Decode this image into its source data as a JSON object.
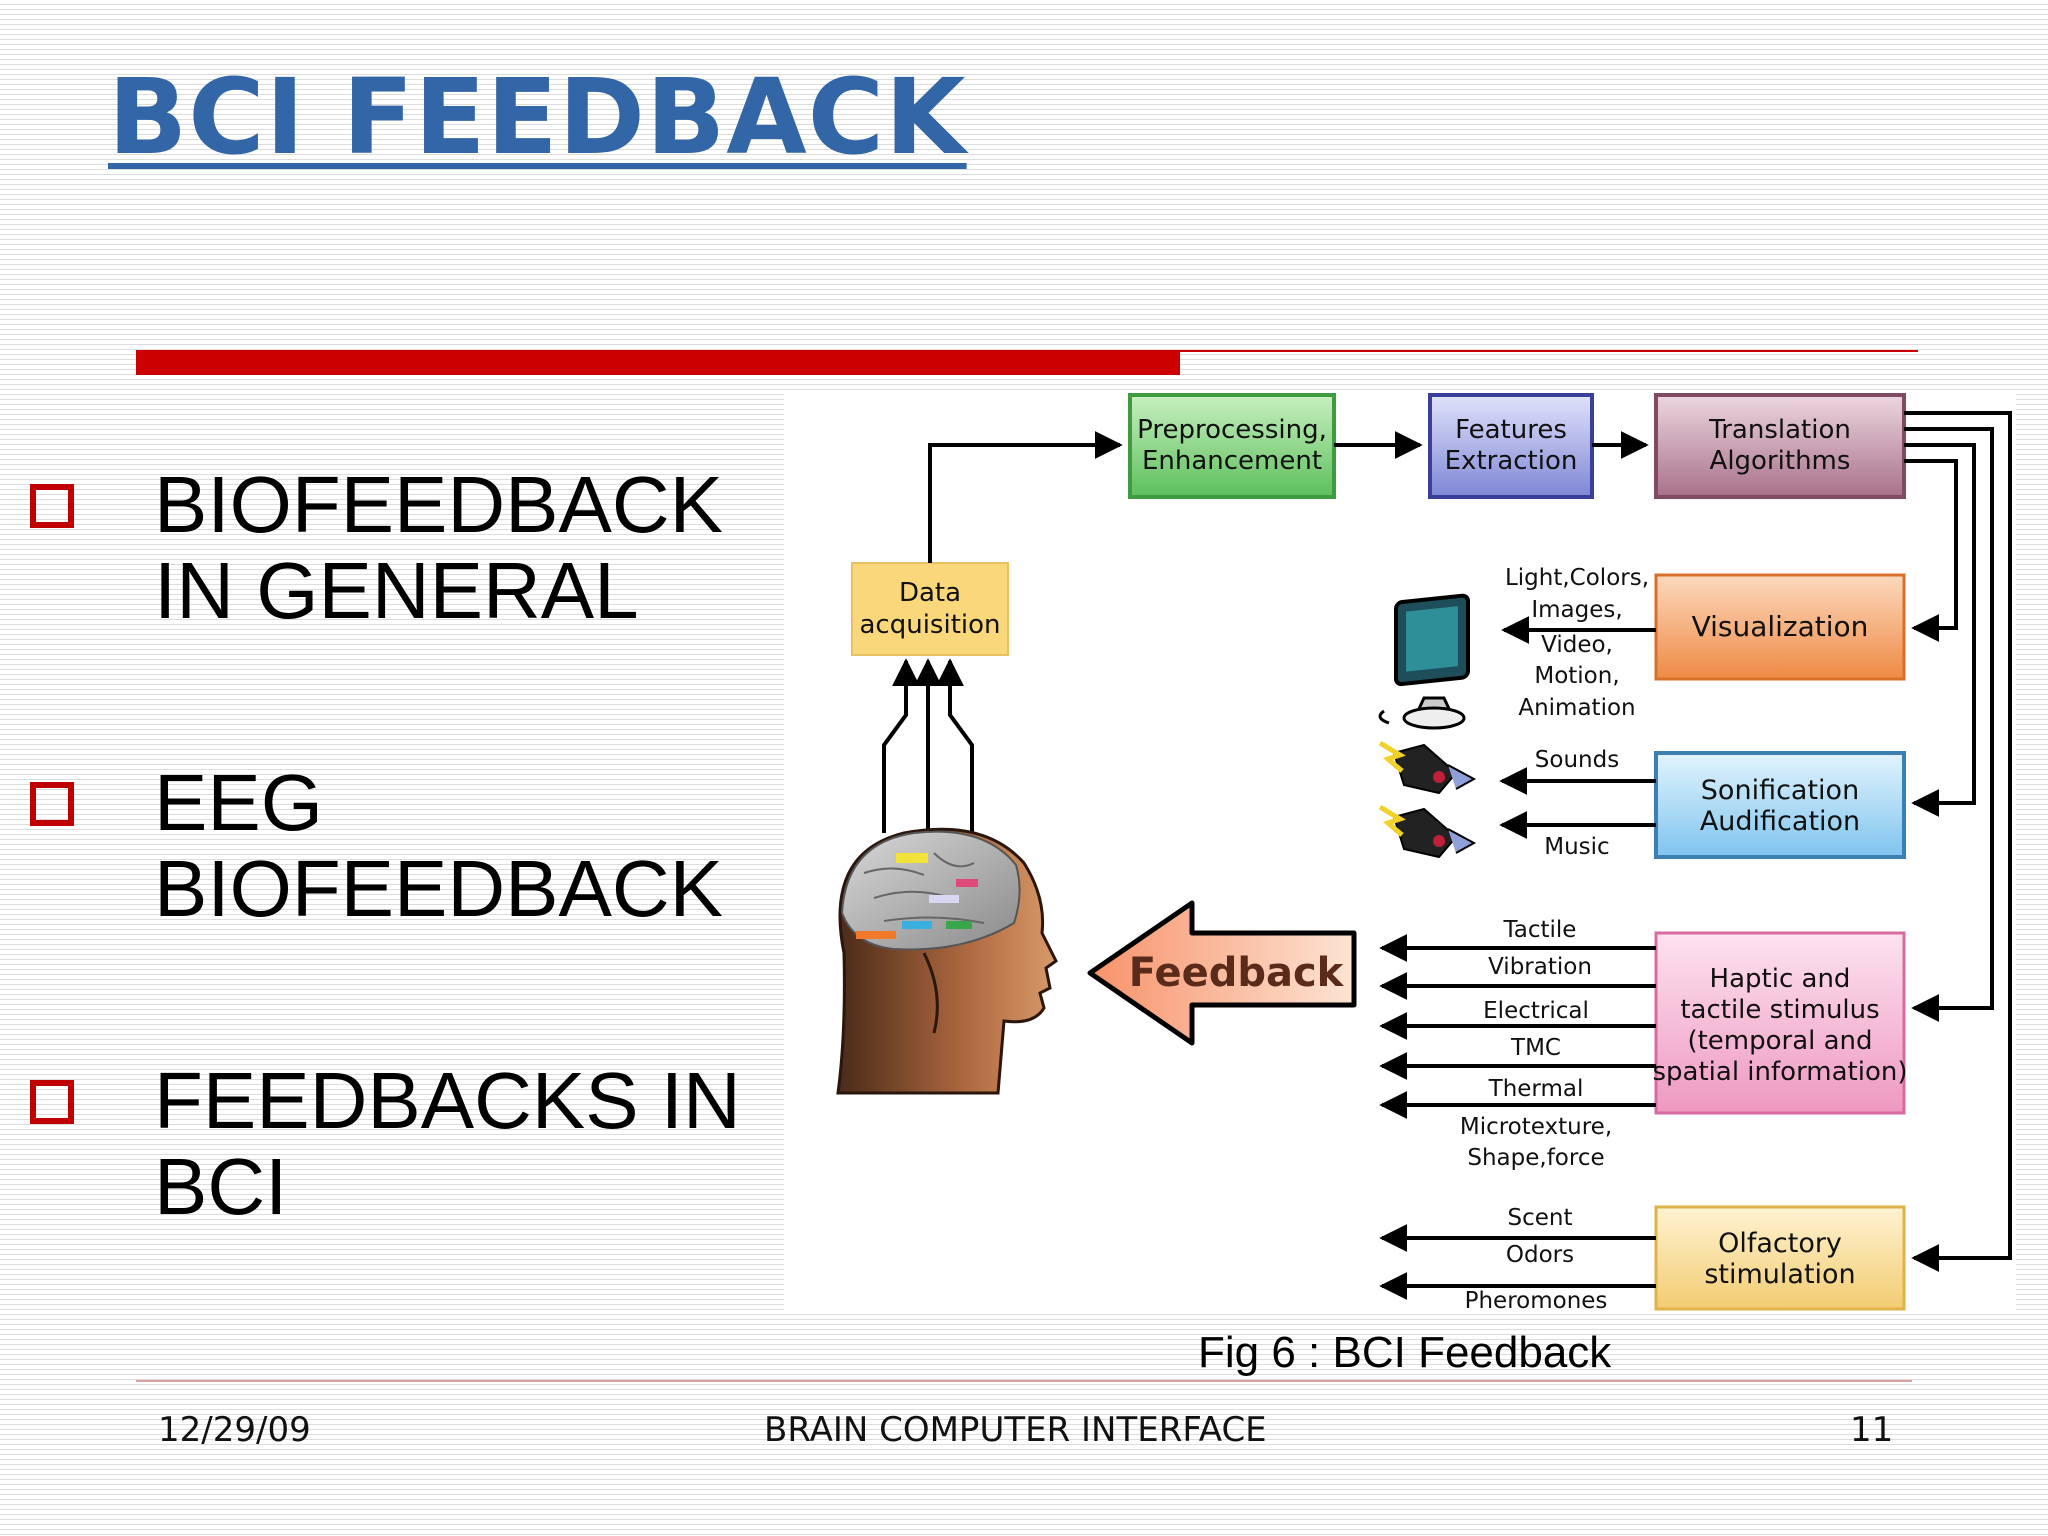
{
  "slide": {
    "title": "BCI FEEDBACK",
    "bullets": [
      "BIOFEEDBACK\nIN GENERAL",
      "EEG\nBIOFEEDBACK",
      "FEEDBACKS IN\nBCI"
    ],
    "caption": "Fig 6 : BCI Feedback"
  },
  "diagram": {
    "data_acquisition": [
      "Data",
      "acquisition"
    ],
    "preprocessing": [
      "Preprocessing,",
      "Enhancement"
    ],
    "features": [
      "Features",
      "Extraction"
    ],
    "translation": [
      "Translation",
      "Algorithms"
    ],
    "visualization": "Visualization",
    "sonification": [
      "Sonification",
      "Audification"
    ],
    "haptic": [
      "Haptic and",
      "tactile stimulus",
      "(temporal and",
      "spatial information)"
    ],
    "olfactory": [
      "Olfactory",
      "stimulation"
    ],
    "feedback": "Feedback",
    "vis_labels": [
      "Light,Colors,",
      "Images,",
      "Video,",
      "Motion,",
      "Animation"
    ],
    "sound_labels": [
      "Sounds",
      "Music"
    ],
    "haptic_labels": [
      "Tactile",
      "Vibration",
      "Electrical",
      "TMC",
      "Thermal",
      "Microtexture,",
      "Shape,force"
    ],
    "olfactory_labels": [
      "Scent",
      "Odors",
      "Pheromones"
    ]
  },
  "footer": {
    "date": "12/29/09",
    "center": "BRAIN COMPUTER INTERFACE",
    "page": "11"
  },
  "colors": {
    "title": "#3366a6",
    "accent_red": "#cc0000",
    "data_acq": "#f9d77a",
    "preprocessing": "#7fd17f",
    "features": "#8b8fd6",
    "translation": "#b57a93",
    "visualization": "#f29a56",
    "sonification": "#8fcdf0",
    "haptic": "#f2a6c8",
    "olfactory": "#f7d98a"
  }
}
